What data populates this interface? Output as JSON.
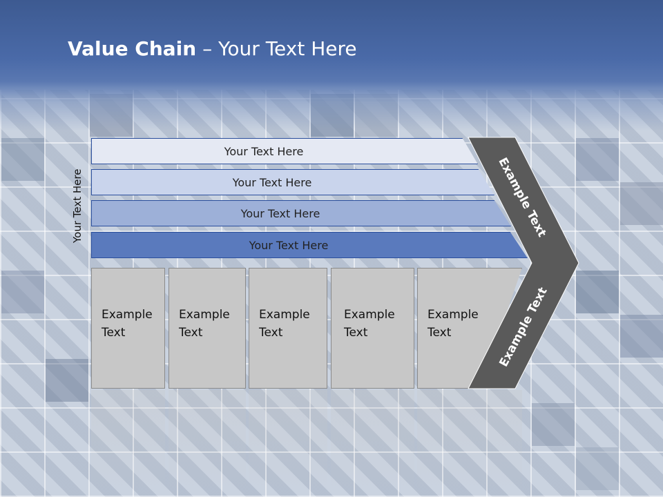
{
  "slide": {
    "title_bold": "Value Chain",
    "title_rest": " – Your Text Here",
    "vertical_label": "Your Text Here"
  },
  "bands": [
    "Your Text Here",
    "Your Text Here",
    "Your Text Here",
    "Your Text Here"
  ],
  "boxes": [
    {
      "line1": "Example",
      "line2": "Text"
    },
    {
      "line1": "Example",
      "line2": "Text"
    },
    {
      "line1": "Example",
      "line2": "Text"
    },
    {
      "line1": "Example",
      "line2": "Text"
    },
    {
      "line1": "Example",
      "line2": "Text"
    }
  ],
  "chevron": {
    "upper_label": "Example Text",
    "lower_label": "Example Text"
  },
  "colors": {
    "header": "#4a6aa8",
    "band1": "#e5e9f3",
    "band2": "#c9d4ec",
    "band3": "#9db0d8",
    "band4": "#5a7abd",
    "box": "#c7c7c7",
    "chevron": "#5a5a5a"
  }
}
